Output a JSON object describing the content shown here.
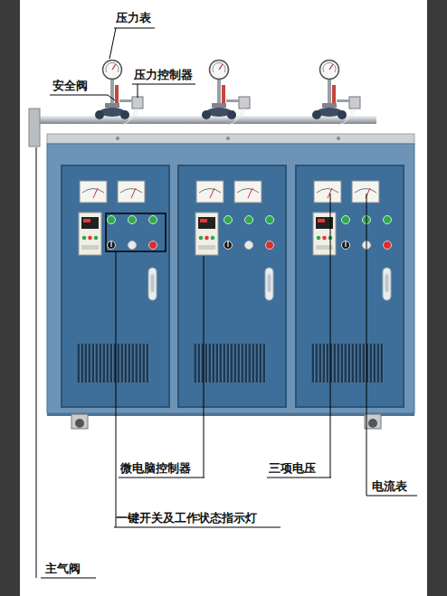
{
  "diagram": {
    "labels": [
      "压力表",
      "安全阀",
      "压力控制器",
      "微电脑控制器",
      "三项电压",
      "电流表",
      "一键开关及工作状态指示灯",
      "主气阀"
    ]
  }
}
